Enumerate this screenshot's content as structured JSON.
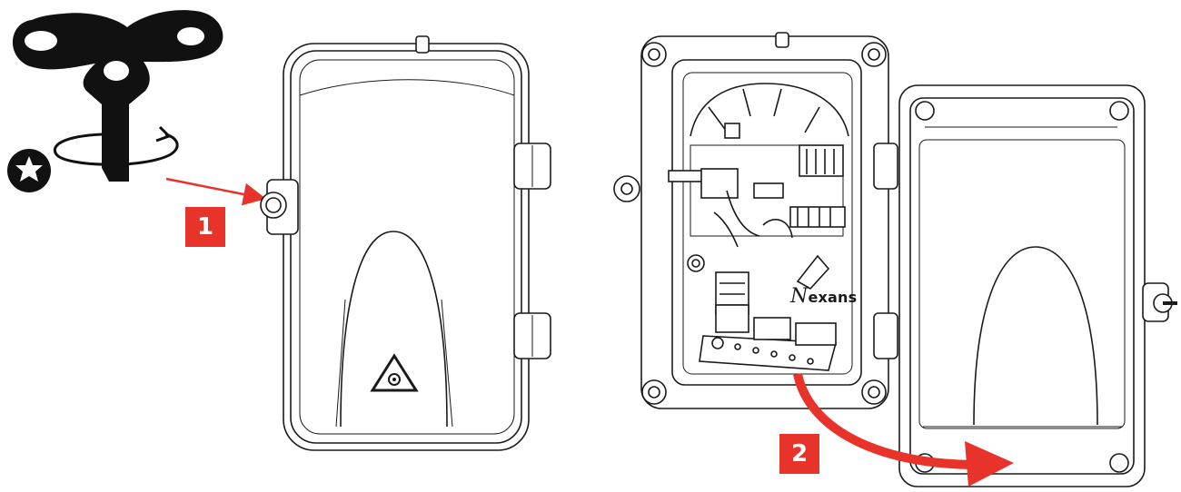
{
  "figure": {
    "steps": [
      {
        "number": "1"
      },
      {
        "number": "2"
      }
    ],
    "brand": {
      "logo_letter": "N",
      "logo_rest": "exans"
    },
    "icons": {
      "key": "triple-lobe-key-icon",
      "rotation": "rotate-arrow-icon",
      "torx": "torx-star-icon",
      "laser_warning": "laser-warning-icon"
    },
    "colors": {
      "accent": "#e8332a",
      "key": "#111111",
      "outline": "#1a1a1a"
    }
  }
}
